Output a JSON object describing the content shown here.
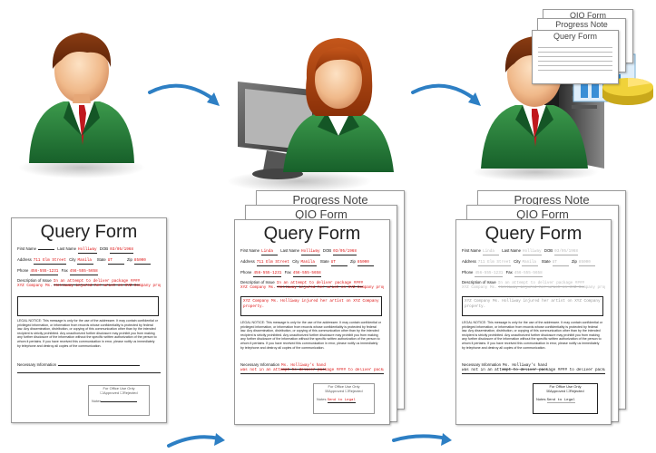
{
  "forms": {
    "query_title": "Query Form",
    "qio_title": "QIO Form",
    "progress_title": "Progress Note",
    "first_name_label": "First Name",
    "last_name_label": "Last Name",
    "dob_label": "DOB",
    "address_label": "Address",
    "city_label": "City",
    "state_label": "State",
    "zip_label": "Zip",
    "phone_label": "Phone",
    "fax_label": "Fax",
    "description_label": "Description of Issue",
    "necessary_info_label": "Necessary Information",
    "office_use_label": "For Office Use Only",
    "approved_label": "Approved",
    "rejected_label": "Rejected",
    "notes_label": "Notes",
    "first_name": "Linda",
    "last_name": "Holliway",
    "dob": "03/05/1968",
    "address": "711 Elm Street",
    "city": "Manila",
    "state": "UT",
    "zip": "85000",
    "phone": "456-555-1231",
    "fax": "456-555-5658",
    "description_line1": "In an attempt to deliver package ####",
    "description_line2": "XYZ Company Ms. Holliway injured her wrist on XYZ Company property.",
    "box_text": "XYZ Company Ms. Holliway injured her artist on XYZ Company property.",
    "necessary_info_line1": "Ms. Holliway's hand",
    "necessary_info_line2": "was not in an attempt to deliver package #### to deliver package",
    "notes_value": "Send to Legal",
    "legal_notice": "LEGAL NOTICE: This message is only for the use of the addressee. It may contain confidential or privileged information, or information from records whose confidentiality is protected by federal law. Any dissemination, distribution, or copying of this communication other than by the intended recipient is strictly prohibited. Any unauthorized further disclosure may prohibit you from making any further disclosure of the information without the specific written authorization of the person to whom it pertains. If you have received this communication in error, please notify us immediately by telephone and destroy all copies of the communication."
  },
  "colors": {
    "arrow": "#2d7fc4",
    "field_value": "#dd1111",
    "suit": "#1f7a32",
    "tie": "#c0181e"
  },
  "icons": [
    "male-user-icon",
    "female-user-icon",
    "monitor-icon",
    "server-icon",
    "bar-chart-icon",
    "pie-chart-icon"
  ]
}
